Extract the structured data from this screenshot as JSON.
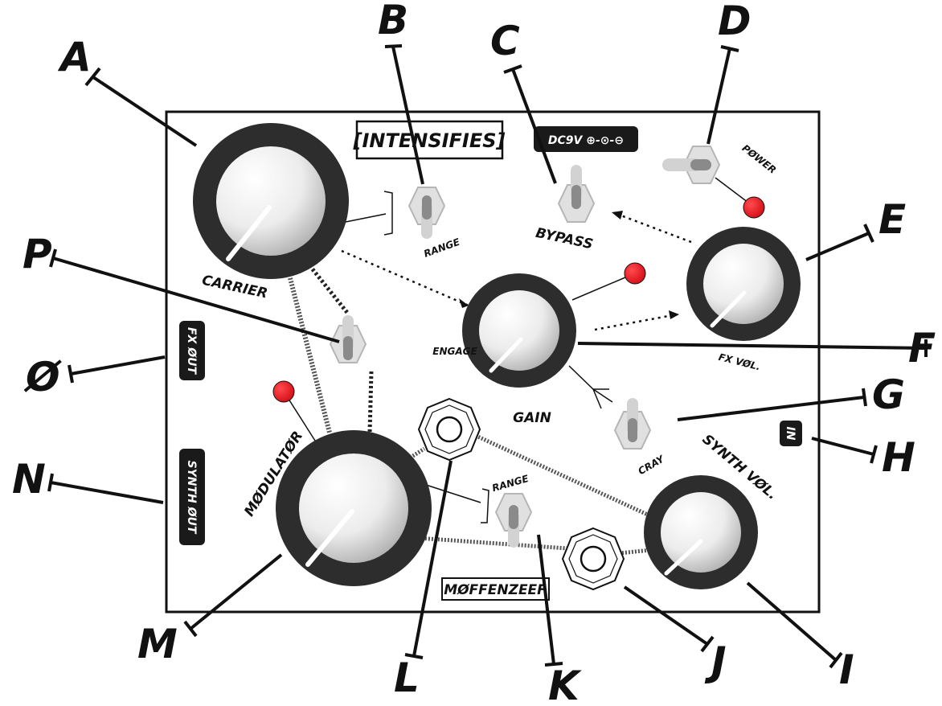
{
  "diagram": {
    "product_name": "[INTENSIFIES]",
    "maker": "MØFFENZEEF",
    "power_jack": "DC9V ⊕-⊙-⊖",
    "controls": {
      "carrier": "CARRIER",
      "range_top": "RANGE",
      "bypass": "BYPASS",
      "power": "PØWER",
      "engage": "ENGAGE",
      "gain": "GAIN",
      "fx_vol": "FX VØL.",
      "cray": "CRAY",
      "synth_vol": "SYNTH VØL.",
      "range_bottom": "RANGE",
      "modulator": "MØDULATØR"
    },
    "jacks": {
      "fx_out": "FX ØUT",
      "synth_out": "SYNTH ØUT",
      "in": "IN"
    },
    "callouts": [
      "A",
      "B",
      "C",
      "D",
      "E",
      "F",
      "G",
      "H",
      "I",
      "J",
      "K",
      "L",
      "M",
      "N",
      "Ø",
      "P"
    ],
    "colors": {
      "knob_ring": "#2d2d2d",
      "led": "#e8141b",
      "panel_stroke": "#111111",
      "badge": "#1a1a1a"
    }
  }
}
